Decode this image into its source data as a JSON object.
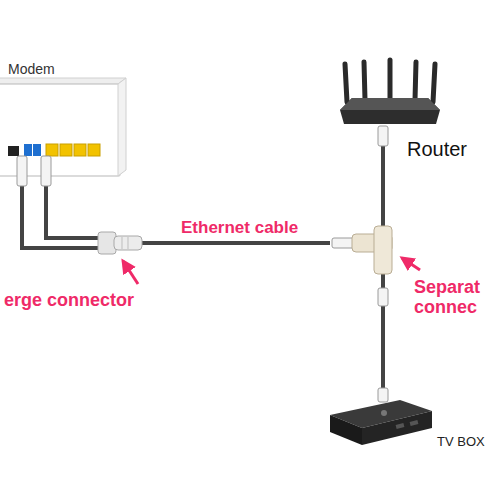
{
  "diagram": {
    "nodes": [
      {
        "text": [
          "Modem"
        ]
      },
      {
        "text": [
          "Router"
        ]
      },
      {
        "text": [
          "erge connector"
        ]
      },
      {
        "text": [
          "Separat connec"
        ]
      },
      {
        "text": [
          "TV BOX"
        ]
      }
    ],
    "edges": [
      {
        "from": 0,
        "to": 2,
        "arrow": "none"
      },
      {
        "from": 0,
        "to": 2,
        "arrow": "none"
      },
      {
        "from": 2,
        "to": 3,
        "arrow": "none",
        "label": "Ethernet cable"
      },
      {
        "from": 3,
        "to": 1,
        "arrow": "none"
      },
      {
        "from": 3,
        "to": 4,
        "arrow": "none"
      }
    ]
  }
}
